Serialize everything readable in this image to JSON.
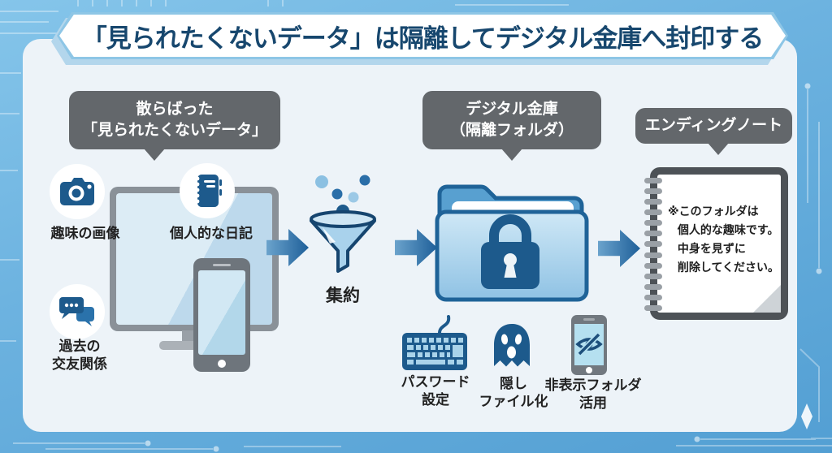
{
  "title": "「見られたくないデータ」は隔離してデジタル金庫へ封印する",
  "scattered": {
    "bubble": {
      "line1": "散らばった",
      "line2": "「見られたくないデータ」"
    },
    "items": [
      {
        "icon": "camera-icon",
        "label": "趣味の画像"
      },
      {
        "icon": "diary-icon",
        "label": "個人的な日記"
      },
      {
        "icon": "chat-icon",
        "label_line1": "過去の",
        "label_line2": "交友関係"
      }
    ]
  },
  "aggregate": {
    "label": "集約"
  },
  "vault": {
    "bubble": {
      "line1": "デジタル金庫",
      "line2": "（隔離フォルダ）"
    },
    "methods": [
      {
        "icon": "keyboard-icon",
        "label_line1": "パスワード",
        "label_line2": "設定"
      },
      {
        "icon": "ghost-icon",
        "label_line1": "隠し",
        "label_line2": "ファイル化"
      },
      {
        "icon": "phone-hidden-folder-icon",
        "label_line1": "非表示フォルダ",
        "label_line2": "活用"
      }
    ]
  },
  "ending_note": {
    "bubble": "エンディングノート",
    "lines": [
      "※このフォルダは",
      "個人的な趣味です。",
      "中身を見ずに",
      "削除してください。"
    ]
  },
  "colors": {
    "accent_navy": "#1d5a8c",
    "banner_text": "#17476e",
    "bubble_gray": "#63676b",
    "panel": "#edf3f8",
    "background_blue": "#62aada",
    "folder_blue": "#9cc9e6",
    "arrow_blue": "#1e5f99"
  }
}
